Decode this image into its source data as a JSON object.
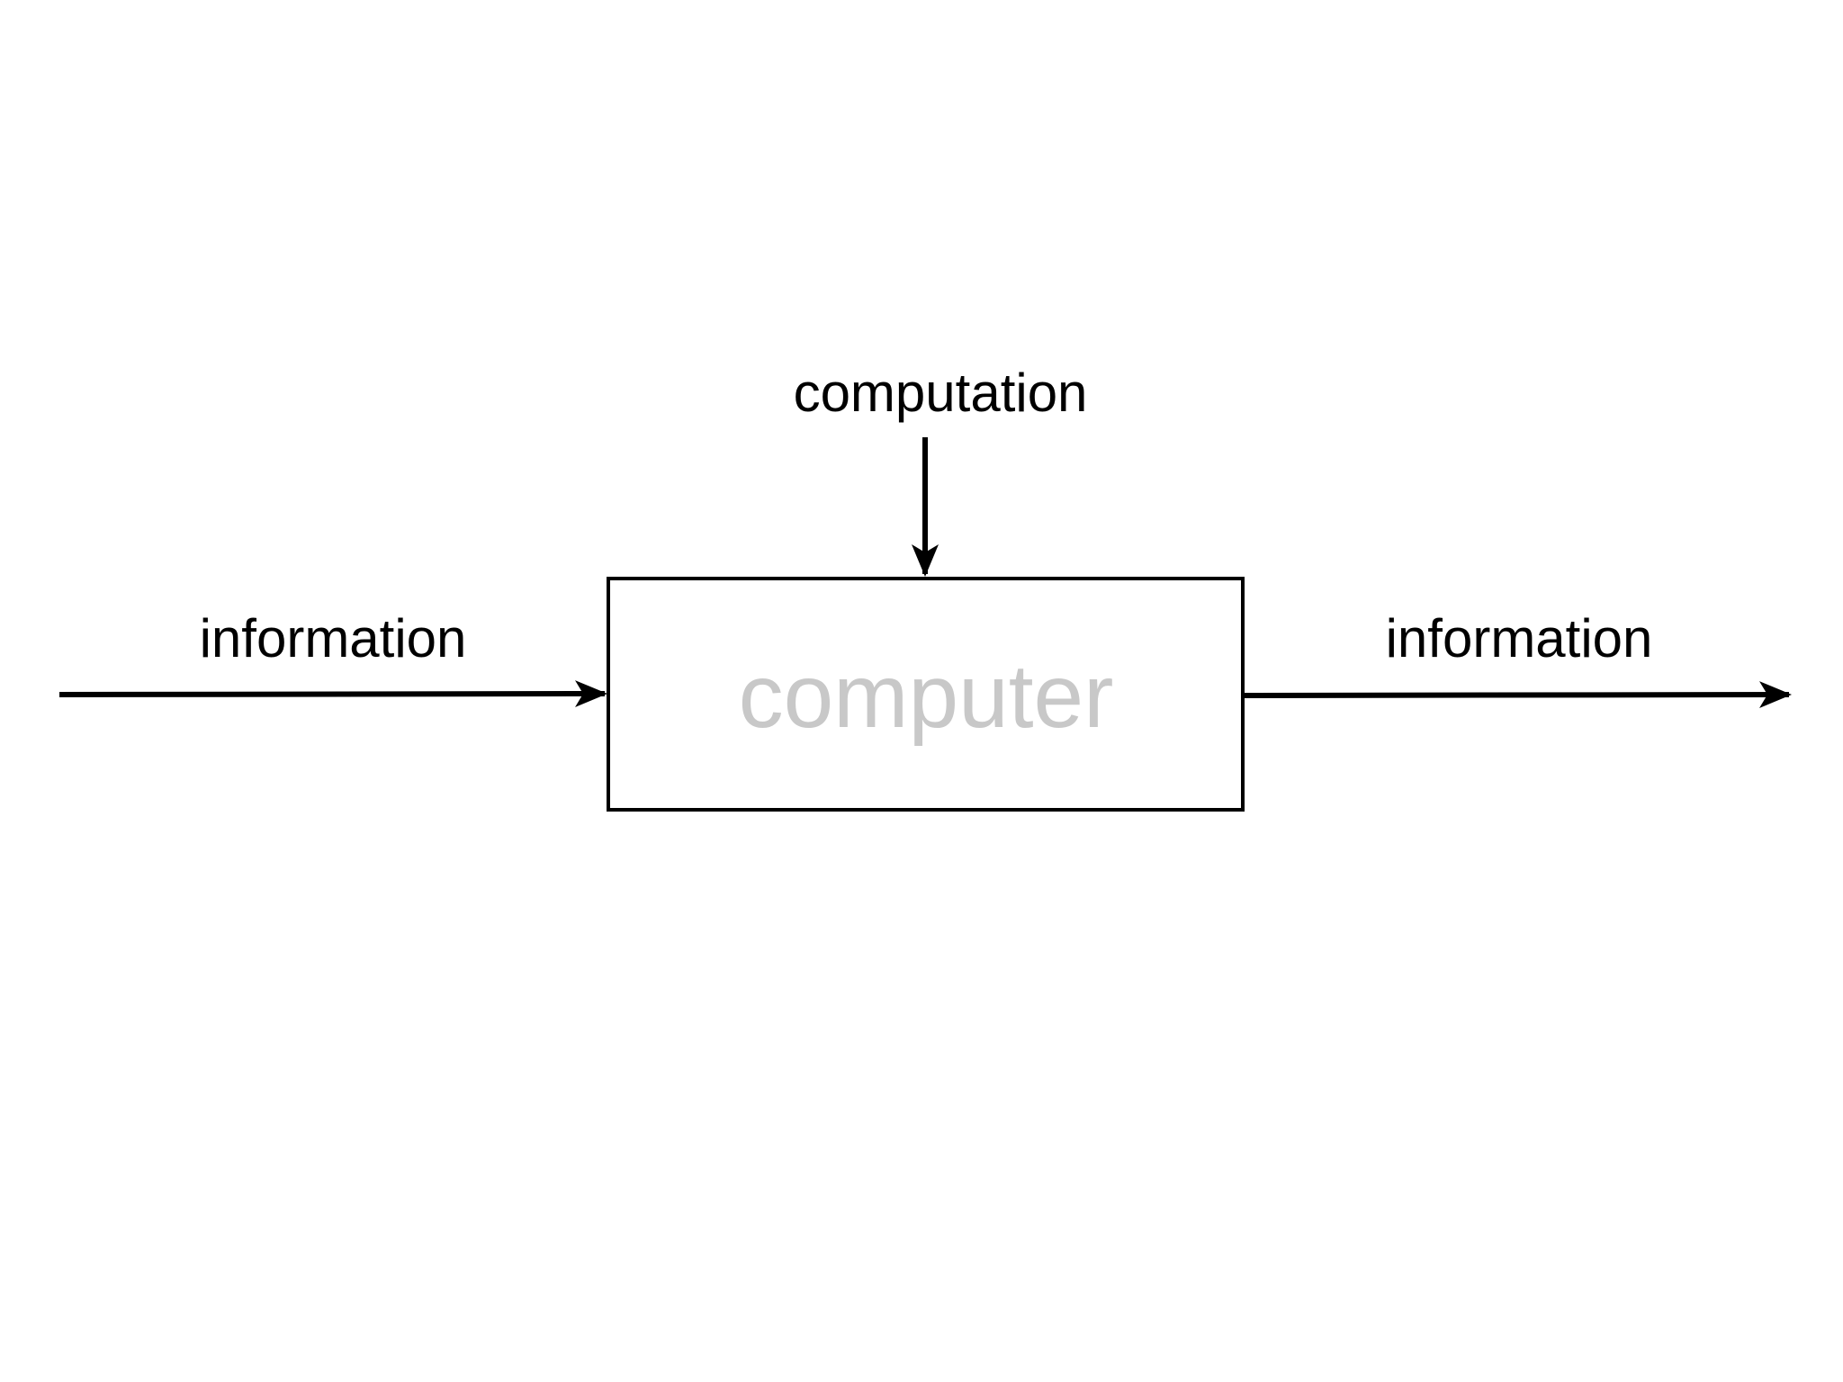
{
  "diagram": {
    "top_label": "computation",
    "input_label": "information",
    "output_label": "information",
    "box_label": "computer"
  },
  "colors": {
    "stroke": "#000000",
    "box_label": "#c8c8c8",
    "background": "#ffffff"
  }
}
